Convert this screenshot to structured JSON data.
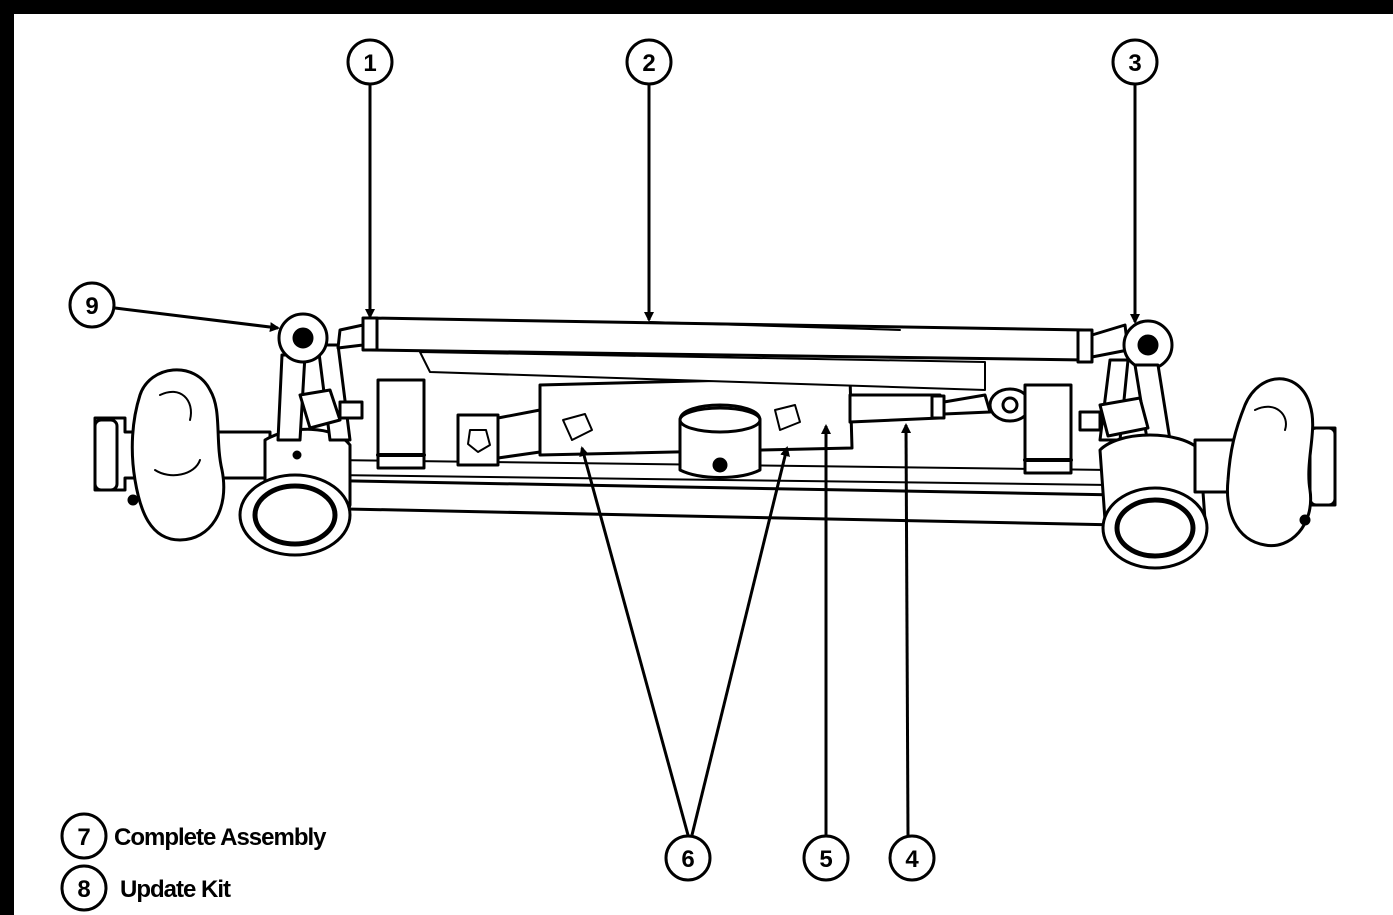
{
  "callouts": {
    "c1": "1",
    "c2": "2",
    "c3": "3",
    "c4": "4",
    "c5": "5",
    "c6": "6",
    "c7": "7",
    "c8": "8",
    "c9": "9"
  },
  "legend": {
    "item7": "Complete Assembly",
    "item8": "Update Kit"
  }
}
